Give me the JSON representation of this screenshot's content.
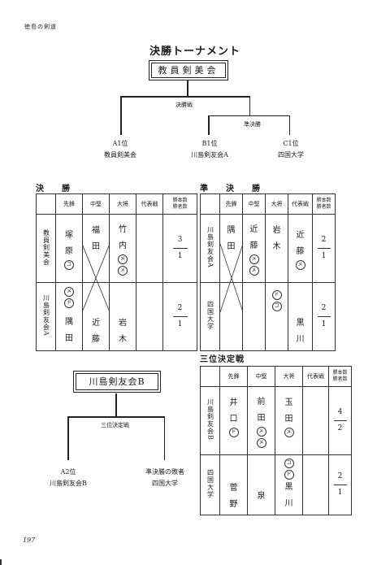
{
  "header": {
    "running": "徳島の剣道",
    "title": "決勝トーナメント",
    "champion": "教員剣美会"
  },
  "bracket": {
    "final_label": "決勝戦",
    "semi_label": "準決勝",
    "teams": [
      {
        "seed": "A1位",
        "name": "教員剣美会"
      },
      {
        "seed": "B1位",
        "name": "川島剣友会A"
      },
      {
        "seed": "C1位",
        "name": "四国大学"
      }
    ]
  },
  "third": {
    "winner": "川島剣友会B",
    "label": "三位決定戦",
    "teams": [
      {
        "seed": "A2位",
        "name": "川島剣友会B"
      },
      {
        "seed": "準決勝の敗者",
        "name": "四国大学"
      }
    ]
  },
  "columns": {
    "p1": "先鋒",
    "p2": "中堅",
    "p3": "大将",
    "p4": "代表戦",
    "score1": "勝本数",
    "score2": "勝者数"
  },
  "tables": [
    {
      "label": "決　勝",
      "top": {
        "team": "教員剣美会",
        "n1": "塚",
        "n1b": "原",
        "n2": "福",
        "n2b": "田",
        "n3": "竹",
        "n3b": "内",
        "m1": [
          "コ"
        ],
        "m2": [],
        "m3": [
          "メ",
          "メ"
        ],
        "m4": [],
        "s1": "3",
        "s2": "1"
      },
      "bot": {
        "team": "川島剣友会A",
        "n1": "隅",
        "n1b": "田",
        "n2": "近",
        "n2b": "藤",
        "n3": "岩",
        "n3b": "木",
        "m1": [
          "メ",
          "ド"
        ],
        "m2": [],
        "m3": [],
        "m4": [],
        "s1": "2",
        "s2": "1",
        "n4": "",
        "n4b": ""
      }
    },
    {
      "label": "準　決　勝",
      "top": {
        "team": "川島剣友会A",
        "n1": "隅",
        "n1b": "田",
        "n2": "近",
        "n2b": "藤",
        "n3": "岩",
        "n3b": "木",
        "n4": "近",
        "n4b": "藤",
        "m1": [],
        "m2": [
          "メ",
          "メ"
        ],
        "m3": [],
        "m4": [
          "メ"
        ],
        "s1": "2",
        "s2": "1"
      },
      "bot": {
        "team": "四国大学",
        "n4": "黒",
        "n4b": "川",
        "m1": [],
        "m2": [],
        "m3": [
          "ド",
          "コ"
        ],
        "m4": [],
        "s1": "2",
        "s2": "1"
      }
    },
    {
      "label": "三位決定戦",
      "top": {
        "team": "川島剣友会B",
        "n1": "井",
        "n1b": "口",
        "n2": "前",
        "n2b": "田",
        "n3": "玉",
        "n3b": "田",
        "m1": [
          "ド"
        ],
        "m2": [
          "メ",
          "メ"
        ],
        "m3": [
          "メ"
        ],
        "m4": [],
        "s1": "4",
        "s2": "2"
      },
      "bot": {
        "team": "四国大学",
        "n1": "菅",
        "n1b": "野",
        "n2": "泉",
        "n3": "黒",
        "n3b": "川",
        "m1": [],
        "m2": [],
        "m3": [
          "コ",
          "ド"
        ],
        "m4": [],
        "s1": "2",
        "s2": "1"
      }
    }
  ],
  "page_number": "197"
}
